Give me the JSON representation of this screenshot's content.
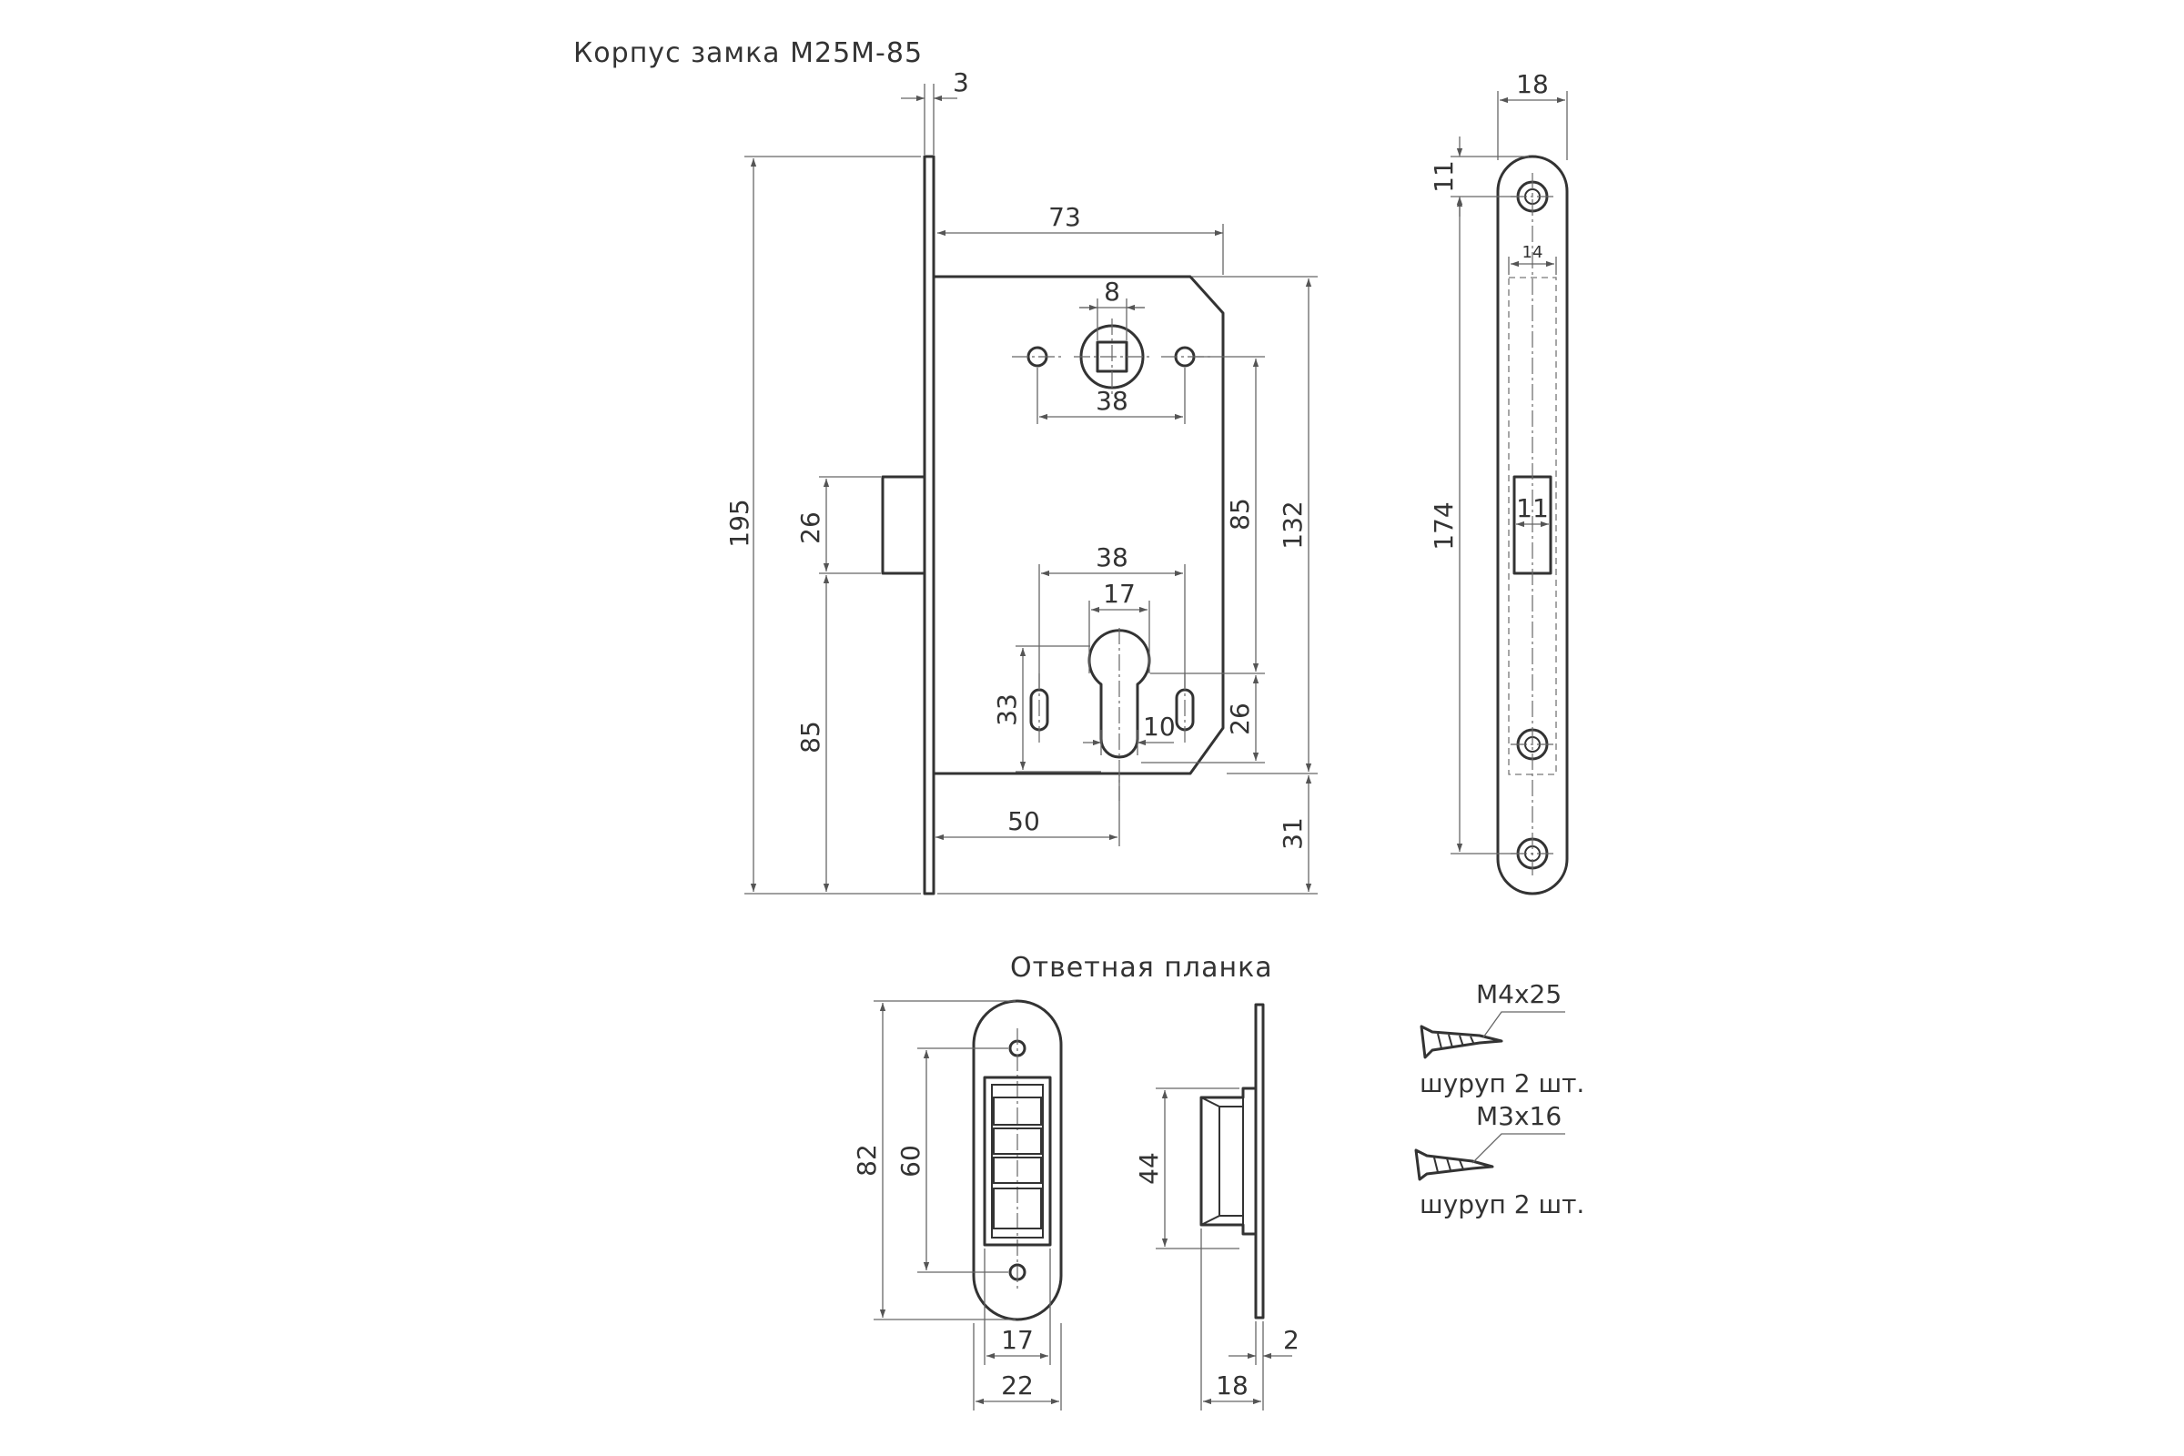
{
  "titles": {
    "lock_body": "Корпус замка M25M-85",
    "strike_plate": "Ответная планка"
  },
  "dimensions": {
    "faceplate_thickness": "3",
    "lock_depth": "73",
    "spindle_square": "8",
    "screw_spacing_top": "38",
    "total_height": "195",
    "latch_height": "26",
    "latch_to_bottom": "85",
    "center_distance": "85",
    "case_height": "132",
    "cylinder_spacing": "38",
    "cylinder_width": "17",
    "cylinder_height": "33",
    "slot_width": "10",
    "cylinder_lower": "26",
    "backset": "50",
    "bottom_offset": "31",
    "faceplate_width": "18",
    "hole_offset": "11",
    "window_width": "14",
    "window_label": "11",
    "faceplate_length": "174",
    "strike_height": "82",
    "strike_hole_spacing": "60",
    "strike_box_height": "44",
    "strike_box_width": "17",
    "strike_width": "22",
    "strike_plate_thickness": "2",
    "strike_depth": "18"
  },
  "screws": [
    {
      "size": "M4x25",
      "label": "шуруп 2 шт."
    },
    {
      "size": "M3x16",
      "label": "шуруп 2 шт."
    }
  ]
}
